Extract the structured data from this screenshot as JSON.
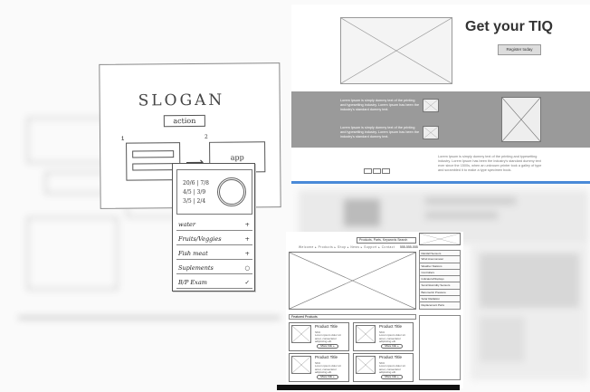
{
  "sketch": {
    "slogan": "SLOGAN",
    "action_label": "action",
    "box1_number": "1",
    "box2_number": "2",
    "box2_label": "app"
  },
  "phone_sketch": {
    "dates": [
      "20/6",
      "4/5",
      "3/5"
    ],
    "date_values": [
      "7/8",
      "3/9",
      "2/4"
    ],
    "rows": [
      {
        "label": "water",
        "mark": "+"
      },
      {
        "label": "Fruits/Veggies",
        "mark": "+"
      },
      {
        "label": "Fish meat",
        "mark": "+"
      },
      {
        "label": "Suplements",
        "mark": "○"
      },
      {
        "label": "B/P Exam",
        "mark": "✓"
      }
    ]
  },
  "wireframe_tiq": {
    "title": "Get your TIQ",
    "register_button": "Register today",
    "band_text_1": "Lorem Ipsum is simply dummy text of the printing and typesetting industry. Lorem Ipsum has been the industry's standard dummy text.",
    "band_text_2": "Lorem Ipsum is simply dummy text of the printing and typesetting industry. Lorem Ipsum has been the industry's standard dummy text.",
    "footer_text": "Lorem Ipsum is simply dummy text of the printing and typesetting industry. Lorem Ipsum has been the industry's standard dummy text ever since the 1500s, when an unknown printer took a galley of type and scrambled it to make a type specimen book."
  },
  "wireframe_store": {
    "search_placeholder": "Products, Parts, Keywords Search",
    "search_button": "Search",
    "nav": "Welcome  ▸  Products  ▸  Shop  ▸  News  ▸  Support  ▸  Contact",
    "phone": "555-555-5555",
    "featured_label": "Featured Products",
    "cards": [
      {
        "title": "Product Title",
        "sku": "SKU",
        "desc": "Lorem ipsum dolor sit amet, consectetur adipiscing elit.",
        "more": "More Info »"
      },
      {
        "title": "Product Title",
        "sku": "SKU",
        "desc": "Lorem ipsum dolor sit amet, consectetur adipiscing elit.",
        "more": "More Info »"
      },
      {
        "title": "Product Title",
        "sku": "SKU",
        "desc": "Lorem ipsum dolor sit amet, consectetur adipiscing elit.",
        "more": "More Info »"
      },
      {
        "title": "Product Title",
        "sku": "SKU",
        "desc": "Lorem ipsum dolor sit amet, consectetur adipiscing elit.",
        "more": "More Info »"
      }
    ],
    "side_menu": [
      "Rainfall Sensors",
      "Wind Anemometer",
      "Weather Stations",
      "Controllers",
      "Indicators/Displays",
      "Sonic/Humidity Sensors",
      "Barometric Pressure",
      "Solar Radiation",
      "Replacement Parts"
    ]
  }
}
